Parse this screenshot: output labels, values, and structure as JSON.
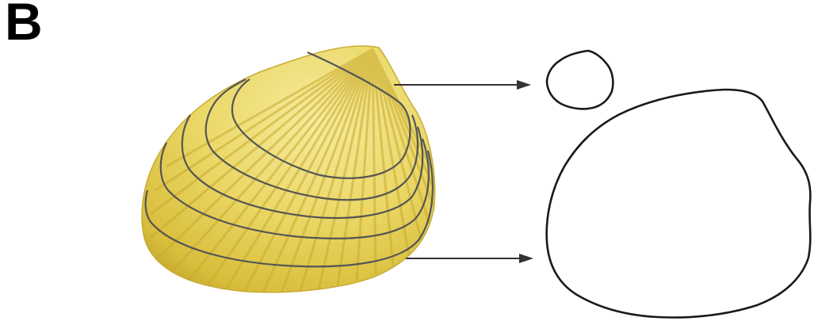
{
  "panel": {
    "label": "B"
  },
  "colors": {
    "shell_light": "#f3e58a",
    "shell_mid": "#e2c94a",
    "shell_dark": "#b99a1f",
    "growth_line": "#555555",
    "outline": "#1a1a1a",
    "arrow": "#333333"
  },
  "figure": {
    "shell_growth_line_count": 5,
    "arrow_count": 2,
    "outline_count": 2
  }
}
